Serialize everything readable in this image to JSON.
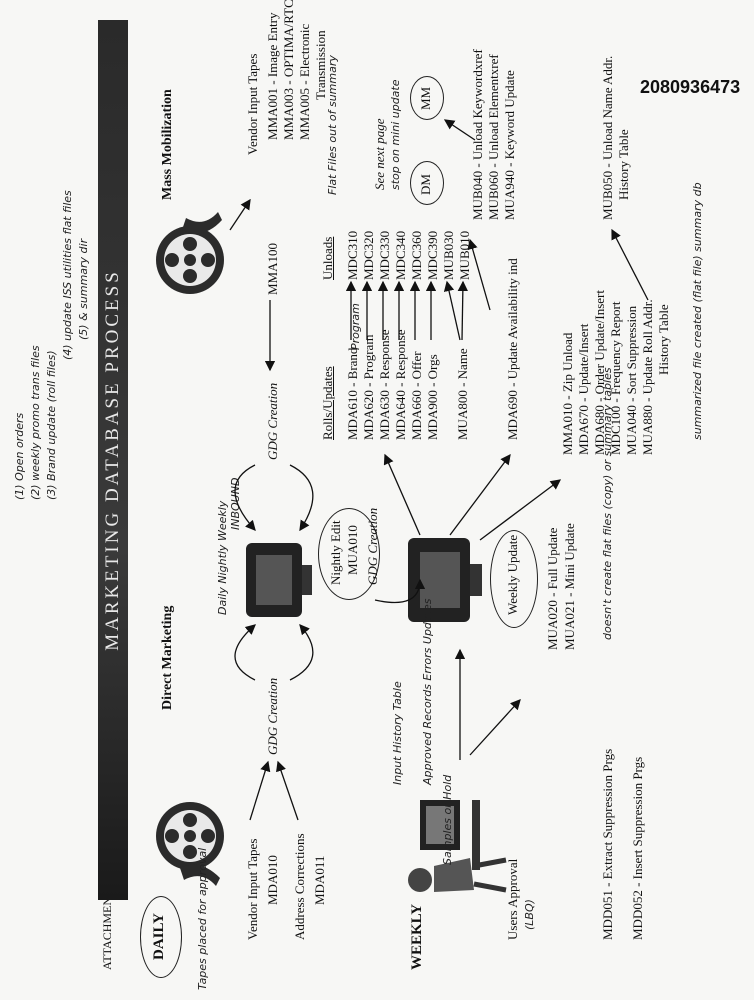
{
  "header": {
    "attachment": "ATTACHMENT B"
  },
  "banner": {
    "title": "MARKETING DATABASE PROCESS"
  },
  "sections": {
    "daily": "DAILY",
    "weekly": "WEEKLY",
    "direct_marketing": "Direct Marketing",
    "mass_mobilization": "Mass Mobilization"
  },
  "left_inputs": {
    "vendor_tapes": "Vendor Input Tapes",
    "mda010": "MDA010",
    "address_corrections": "Address Corrections",
    "mda011": "MDA011"
  },
  "gdg": {
    "left": "GDG Creation",
    "center": "GDG Creation",
    "nightly": "GDG Creation"
  },
  "nightly": {
    "label": "Nightly Edit",
    "code": "MUA010"
  },
  "weekly_update": {
    "label": "Weekly Update",
    "full": "MUA020 - Full Update",
    "mini": "MUA021 - Mini Update"
  },
  "users": {
    "approval": "Users Approval"
  },
  "suppression": {
    "extract": "MDD051 - Extract Suppression Prgs",
    "insert": "MDD052 - Insert Suppression Prgs"
  },
  "rolls": {
    "heading": "Rolls/Updates",
    "items": [
      "MDA610 - Brand",
      "MDA620 - Program",
      "MDA630 - Response",
      "MDA640 - Response",
      "MDA660 - Offer",
      "MDA900 - Orgs"
    ],
    "name_item": "MUA800 - Name",
    "availability": "MDA690 - Update Availability ind"
  },
  "unloads": {
    "heading": "Unloads",
    "items": [
      "MDC310",
      "MDC320",
      "MDC330",
      "MDC340",
      "MDC360",
      "MDC390",
      "MUB030",
      "MUB010"
    ]
  },
  "mma": {
    "vendor_tapes": "Vendor Input Tapes",
    "items": [
      "MMA001 - Image Entry",
      "MMA003 - OPTIMA/RTC",
      "MMA005 - Electronic",
      "Transmission"
    ],
    "mma100": "MMA100"
  },
  "mub": {
    "keywordxref": "MUB040 - Unload Keywordxref",
    "elementxref": "MUB060 - Unload Elementxref",
    "keyword_update": "MUA940 - Keyword Update",
    "see_next": "See next page",
    "dm": "DM",
    "mm": "MM",
    "name_addr": "MUB050 - Unload Name Addr.",
    "history": "History Table"
  },
  "weekly_list": [
    "MMA010 - Zip Unload",
    "MDA670 - Update/Insert",
    "MDA680 - Order Update/Insert",
    "MDC100 - Frequency Report",
    "MUA040 - Sort Suppression",
    "MUA880 - Update Roll Addr.",
    "History Table"
  ],
  "handwriting": {
    "top1": "(1) Open orders",
    "top2": "(2) weekly promo trans files",
    "top3": "(3) Brand update (roll files)",
    "top4": "(4) update ISS utilities flat files",
    "top5": "(5) & summary dir",
    "daily_weekly": "Daily Nightly Weekly",
    "inbound": "INBOUND",
    "flat_files": "Flat Files out of summary",
    "mini_update": "stop on mini update",
    "program": "Program",
    "left_note": "Tapes placed for approval",
    "users_note": "(LBQ)",
    "approved": "Approved Records Errors Updates",
    "input_history": "Input History Table",
    "suppression_note": "Samples or Hold",
    "doesnt_create": "doesn't create flat files (copy) or summary tables",
    "bottom_note": "summarized file created (flat file) summary db"
  },
  "doc_id": "2080936473"
}
